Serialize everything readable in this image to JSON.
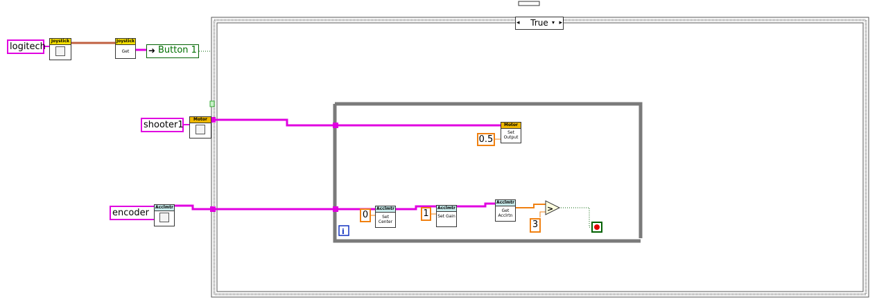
{
  "refs": {
    "joystick": "logitech",
    "motor": "shooter1",
    "accel": "encoder"
  },
  "nodes": {
    "joystick_ref_vi": "Joystick",
    "joystick_get": {
      "header": "Joystick",
      "label": "Get"
    },
    "motor_ref_vi": "Motor",
    "motor_set_output": {
      "header": "Motor",
      "label": "Set Output"
    },
    "accel_ref_vi": "Acclmtr",
    "accel_set_center": {
      "header": "Acclmtr",
      "label": "Set Center"
    },
    "accel_set_gain": {
      "header": "Acclmtr",
      "label": "Set Gain"
    },
    "accel_get": {
      "header": "Acclmtr",
      "label": "Get Acclrtn"
    }
  },
  "button_element": "Button 1",
  "case": {
    "selector": "True"
  },
  "constants": {
    "output": "0.5",
    "center": "0",
    "gain": "1",
    "threshold": "3"
  },
  "compare_symbol": ">",
  "loop_iteration": "i",
  "colors": {
    "refwire": "#e000e0",
    "numeric": "#f08010",
    "boolean": "#006000",
    "structure": "#808080"
  },
  "icons": [
    "ref-icon",
    "greater-than-icon",
    "stop-icon",
    "iteration-icon"
  ]
}
